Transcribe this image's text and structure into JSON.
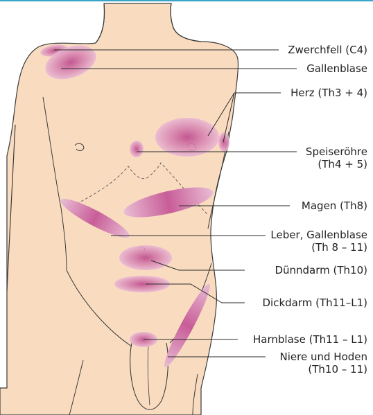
{
  "labels": {
    "zwerchfell": "Zwerchfell (C4)",
    "gallenblase": "Gallenblase",
    "herz": "Herz (Th3 + 4)",
    "speiseroehre_1": "Speiseröhre",
    "speiseroehre_2": "(Th4 + 5)",
    "magen": "Magen (Th8)",
    "leber_1": "Leber, Gallenblase",
    "leber_2": "(Th 8 – 11)",
    "duenndarm": "Dünndarm (Th10)",
    "dickdarm": "Dickdarm (Th11–L1)",
    "harnblase": "Harnblase (Th11 – L1)",
    "niere_1": "Niere und Hoden",
    "niere_2": "(Th10 – 11)"
  },
  "colors": {
    "skin": "#f9dcc0",
    "skin_outline": "#3a3a3a",
    "zone_core": "#c0508f",
    "zone_edge": "#e6b3cf",
    "accent_line": "#3aa3c8"
  }
}
